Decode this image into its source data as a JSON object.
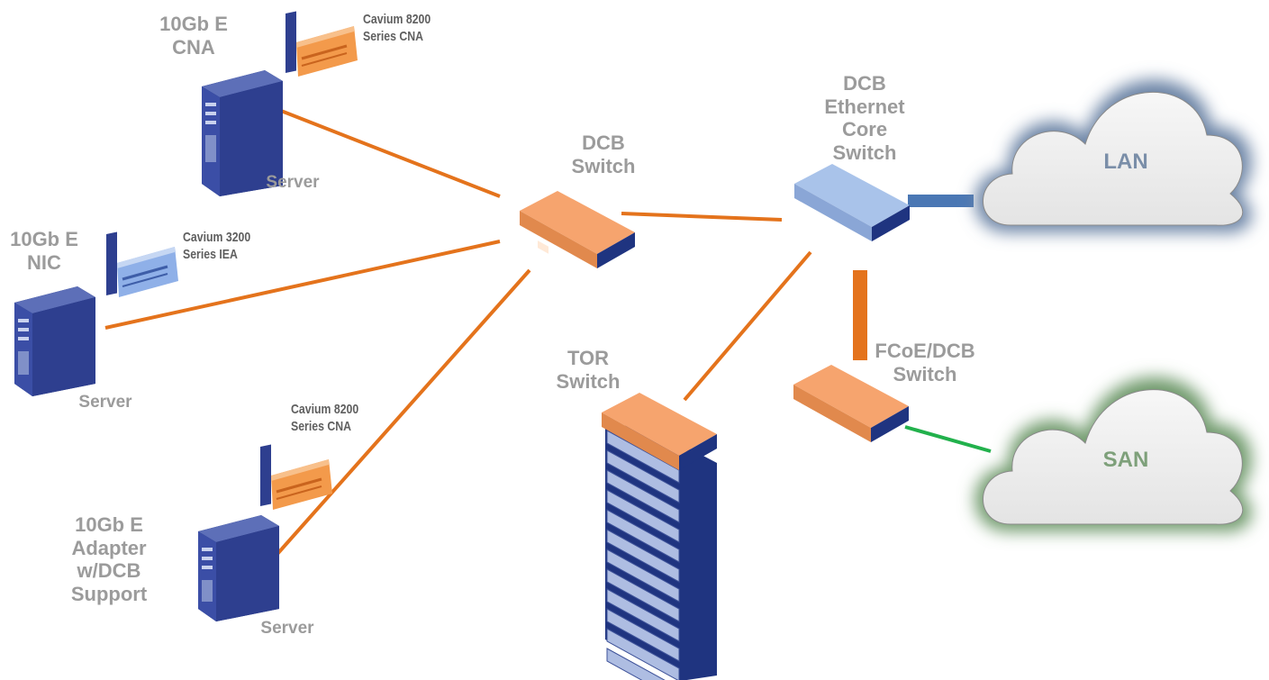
{
  "labels": {
    "server_top_type": "10Gb E\nCNA",
    "server_mid_type": "10Gb E\nNIC",
    "server_bot_type": "10Gb E\nAdapter\nw/DCB\nSupport",
    "server_top_name": "Server",
    "server_mid_name": "Server",
    "server_bot_name": "Server",
    "card_top": "Cavium 8200\nSeries CNA",
    "card_mid": "Cavium 3200\nSeries IEA",
    "card_bot": "Cavium 8200\nSeries CNA",
    "dcb_switch": "DCB\nSwitch",
    "core_switch": "DCB\nEthernet\nCore\nSwitch",
    "tor_switch": "TOR\nSwitch",
    "fcoe_switch": "FCoE/DCB\nSwitch",
    "lan": "LAN",
    "san": "SAN"
  },
  "colors": {
    "orange_link": "#e4731c",
    "blue_link": "#4a77b4",
    "green_link": "#22b14c",
    "server_blue": "#2e3f8f",
    "switch_orange": "#f6a46e",
    "switch_blue": "#a9c3ea",
    "lan_glow": "#6c84a6",
    "san_glow": "#6f9a6c",
    "lan_text": "#7a8ea8",
    "san_text": "#7ea07a"
  },
  "icons": [
    "server-icon",
    "network-card-icon",
    "switch-icon",
    "rack-icon",
    "cloud-icon"
  ]
}
